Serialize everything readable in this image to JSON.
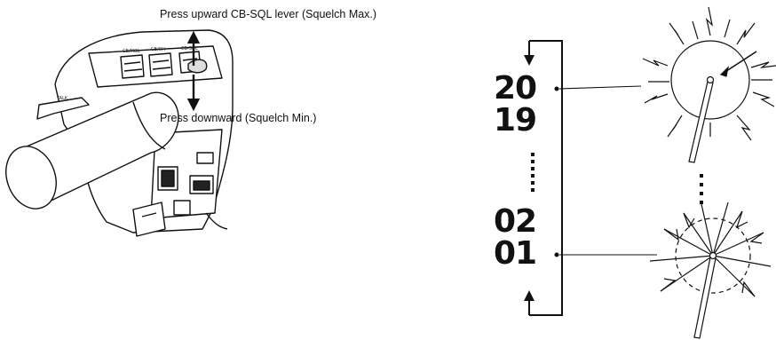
{
  "labels": {
    "press_up": "Press upward CB-SQL lever (Squelch Max.)",
    "press_down": "Press downward (Squelch Min.)"
  },
  "levels": {
    "top_a": "20",
    "top_b": "19",
    "bottom_a": "02",
    "bottom_b": "01"
  },
  "switch_labels": {
    "talk": "TALK",
    "cb_mode": "CB/MOL",
    "cb_ch": "CB/CH",
    "cb_sql": "CB-SQL"
  }
}
